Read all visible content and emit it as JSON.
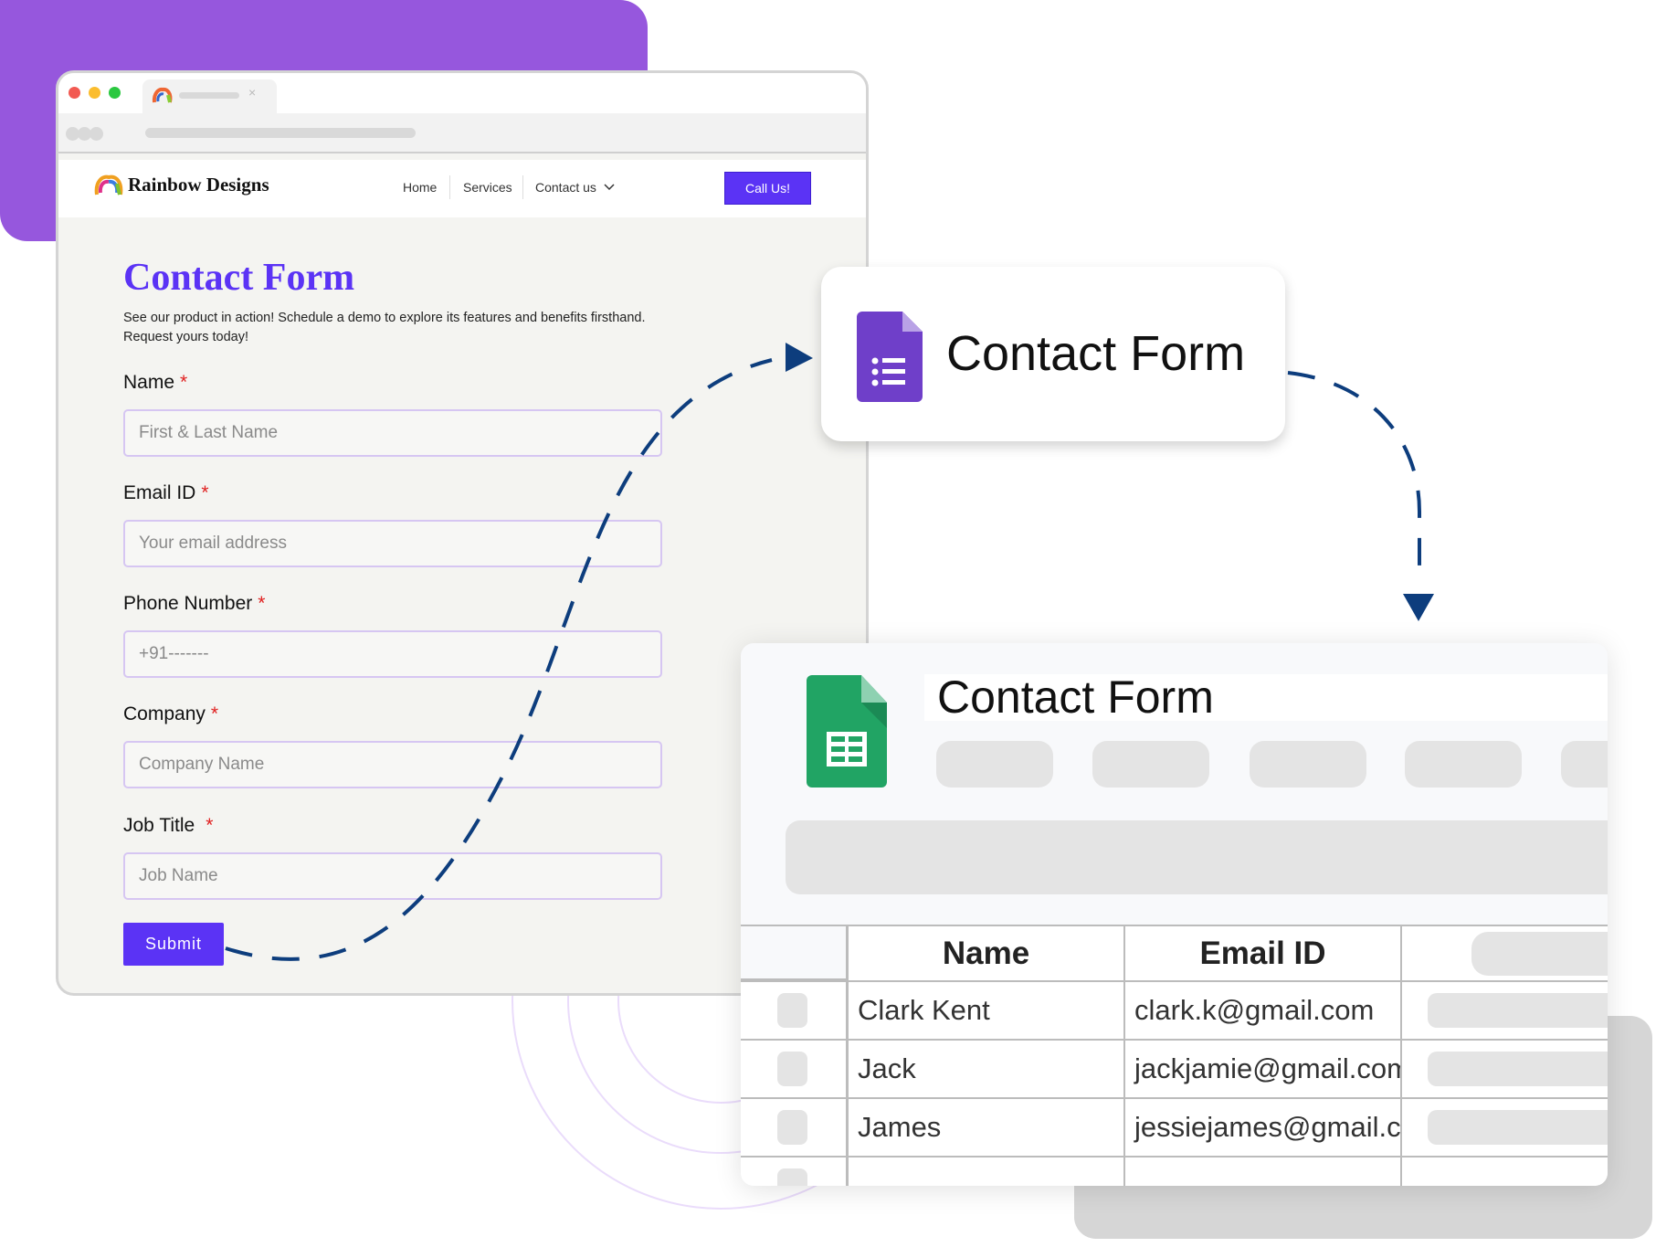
{
  "brand": {
    "name": "Rainbow Designs",
    "accent": "#5b33f5",
    "bg_purple": "#9657dd"
  },
  "browser": {
    "tab_close": "×"
  },
  "nav": {
    "items": [
      "Home",
      "Services",
      "Contact us"
    ],
    "cta": "Call Us!"
  },
  "form": {
    "title": "Contact Form",
    "description_line1": "See our product in action! Schedule a demo to explore its features and benefits firsthand.",
    "description_line2": "Request yours today!",
    "required_mark": "*",
    "fields": [
      {
        "label": "Name",
        "placeholder": "First & Last Name"
      },
      {
        "label": "Email ID",
        "placeholder": "Your email address"
      },
      {
        "label": "Phone Number",
        "placeholder": "+91-------"
      },
      {
        "label": "Company",
        "placeholder": "Company Name"
      },
      {
        "label": "Job Title",
        "placeholder": "Job Name"
      }
    ],
    "submit": "Submit"
  },
  "forms_card": {
    "title": "Contact Form",
    "icon": "google-forms-icon",
    "color": "#6f3fc9"
  },
  "sheet": {
    "title": "Contact Form",
    "icon": "google-sheets-icon",
    "color": "#21a464",
    "headers": [
      "Name",
      "Email ID"
    ],
    "rows": [
      {
        "name": "Clark Kent",
        "email": "clark.k@gmail.com"
      },
      {
        "name": "Jack",
        "email": "jackjamie@gmail.com"
      },
      {
        "name": "James",
        "email": "jessiejames@gmail.com"
      }
    ]
  },
  "arrow_color": "#0d3d7d"
}
